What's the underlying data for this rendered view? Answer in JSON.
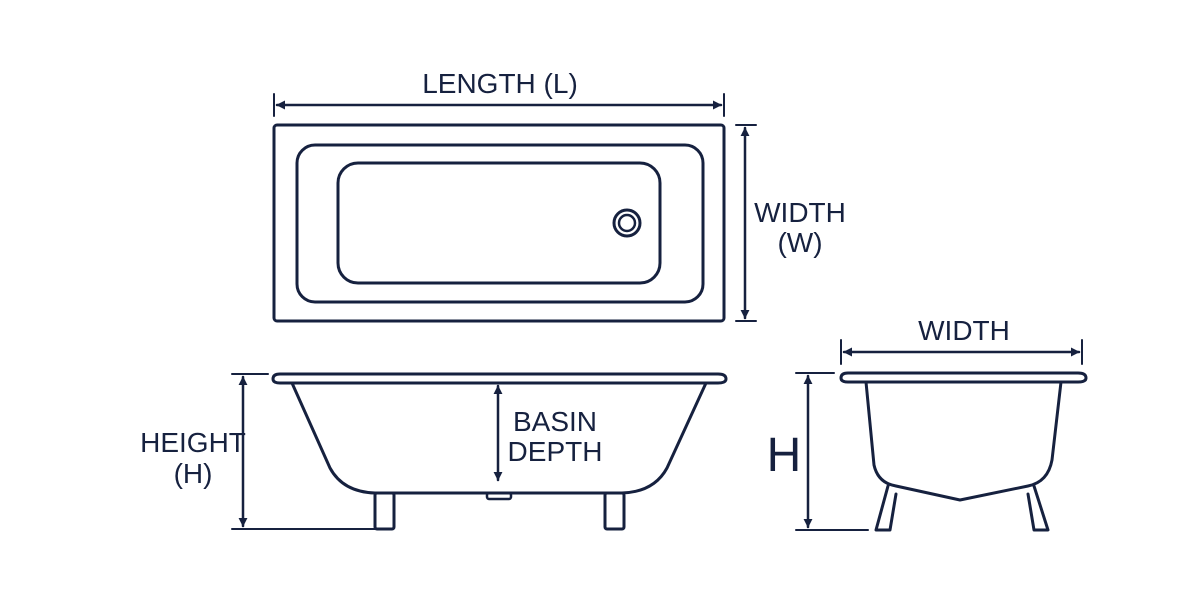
{
  "colors": {
    "stroke": "#16213f",
    "background": "#ffffff"
  },
  "labels": {
    "length": "LENGTH (L)",
    "width_top_line1": "WIDTH",
    "width_top_line2": "(W)",
    "height_line1": "HEIGHT",
    "height_line2": "(H)",
    "basin_line1": "BASIN",
    "basin_line2": "DEPTH",
    "end_width": "WIDTH",
    "end_height": "H"
  }
}
